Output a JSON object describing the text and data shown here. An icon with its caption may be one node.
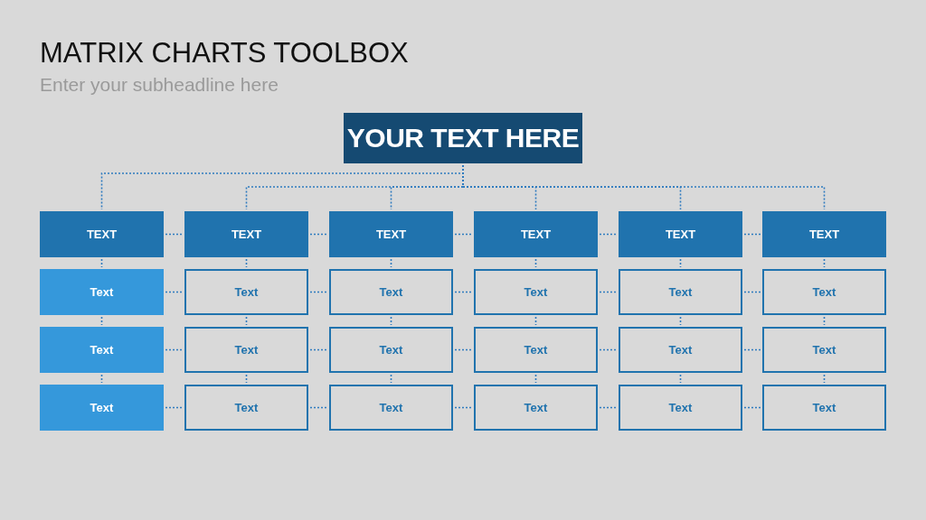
{
  "diagram": {
    "title": "MATRIX CHARTS TOOLBOX",
    "nodes": [
      {
        "text": [
          "YOUR TEXT HERE"
        ]
      },
      {
        "text": [
          "TEXT"
        ]
      },
      {
        "text": [
          "TEXT"
        ]
      },
      {
        "text": [
          "TEXT"
        ]
      },
      {
        "text": [
          "TEXT"
        ]
      },
      {
        "text": [
          "TEXT"
        ]
      },
      {
        "text": [
          "TEXT"
        ]
      },
      {
        "text": [
          "Text"
        ]
      },
      {
        "text": [
          "Text"
        ]
      },
      {
        "text": [
          "Text"
        ]
      },
      {
        "text": [
          "Text"
        ]
      },
      {
        "text": [
          "Text"
        ]
      },
      {
        "text": [
          "Text"
        ]
      },
      {
        "text": [
          "Text"
        ]
      },
      {
        "text": [
          "Text"
        ]
      },
      {
        "text": [
          "Text"
        ]
      },
      {
        "text": [
          "Text"
        ]
      },
      {
        "text": [
          "Text"
        ]
      },
      {
        "text": [
          "Text"
        ]
      },
      {
        "text": [
          "Text"
        ]
      },
      {
        "text": [
          "Text"
        ]
      },
      {
        "text": [
          "Text"
        ]
      },
      {
        "text": [
          "Text"
        ]
      },
      {
        "text": [
          "Text"
        ]
      },
      {
        "text": [
          "Text"
        ]
      }
    ],
    "edges": [
      {
        "from": 0,
        "to": 1,
        "arrow": "none",
        "style": "dashed"
      },
      {
        "from": 0,
        "to": 2,
        "arrow": "none",
        "style": "dashed"
      },
      {
        "from": 0,
        "to": 3,
        "arrow": "none",
        "style": "dashed"
      },
      {
        "from": 0,
        "to": 4,
        "arrow": "none",
        "style": "dashed"
      },
      {
        "from": 0,
        "to": 5,
        "arrow": "none",
        "style": "dashed"
      },
      {
        "from": 0,
        "to": 6,
        "arrow": "none",
        "style": "dashed"
      },
      {
        "from": 1,
        "to": 2,
        "arrow": "none",
        "style": "dashed"
      },
      {
        "from": 2,
        "to": 3,
        "arrow": "none",
        "style": "dashed"
      },
      {
        "from": 3,
        "to": 4,
        "arrow": "none",
        "style": "dashed"
      },
      {
        "from": 4,
        "to": 5,
        "arrow": "none",
        "style": "dashed"
      },
      {
        "from": 5,
        "to": 6,
        "arrow": "none",
        "style": "dashed"
      },
      {
        "from": 1,
        "to": 7,
        "arrow": "none",
        "style": "dashed"
      },
      {
        "from": 2,
        "to": 8,
        "arrow": "none",
        "style": "dashed"
      },
      {
        "from": 3,
        "to": 9,
        "arrow": "none",
        "style": "dashed"
      },
      {
        "from": 4,
        "to": 10,
        "arrow": "none",
        "style": "dashed"
      },
      {
        "from": 5,
        "to": 11,
        "arrow": "none",
        "style": "dashed"
      },
      {
        "from": 6,
        "to": 12,
        "arrow": "none",
        "style": "dashed"
      },
      {
        "from": 7,
        "to": 8,
        "arrow": "none",
        "style": "dashed"
      },
      {
        "from": 8,
        "to": 9,
        "arrow": "none",
        "style": "dashed"
      },
      {
        "from": 9,
        "to": 10,
        "arrow": "none",
        "style": "dashed"
      },
      {
        "from": 10,
        "to": 11,
        "arrow": "none",
        "style": "dashed"
      },
      {
        "from": 11,
        "to": 12,
        "arrow": "none",
        "style": "dashed"
      },
      {
        "from": 7,
        "to": 13,
        "arrow": "none",
        "style": "dashed"
      },
      {
        "from": 8,
        "to": 14,
        "arrow": "none",
        "style": "dashed"
      },
      {
        "from": 9,
        "to": 15,
        "arrow": "none",
        "style": "dashed"
      },
      {
        "from": 10,
        "to": 16,
        "arrow": "none",
        "style": "dashed"
      },
      {
        "from": 11,
        "to": 17,
        "arrow": "none",
        "style": "dashed"
      },
      {
        "from": 12,
        "to": 18,
        "arrow": "none",
        "style": "dashed"
      },
      {
        "from": 13,
        "to": 14,
        "arrow": "none",
        "style": "dashed"
      },
      {
        "from": 14,
        "to": 15,
        "arrow": "none",
        "style": "dashed"
      },
      {
        "from": 15,
        "to": 16,
        "arrow": "none",
        "style": "dashed"
      },
      {
        "from": 16,
        "to": 17,
        "arrow": "none",
        "style": "dashed"
      },
      {
        "from": 17,
        "to": 18,
        "arrow": "none",
        "style": "dashed"
      },
      {
        "from": 13,
        "to": 19,
        "arrow": "none",
        "style": "dashed"
      },
      {
        "from": 14,
        "to": 20,
        "arrow": "none",
        "style": "dashed"
      },
      {
        "from": 15,
        "to": 21,
        "arrow": "none",
        "style": "dashed"
      },
      {
        "from": 16,
        "to": 22,
        "arrow": "none",
        "style": "dashed"
      },
      {
        "from": 17,
        "to": 23,
        "arrow": "none",
        "style": "dashed"
      },
      {
        "from": 18,
        "to": 24,
        "arrow": "none",
        "style": "dashed"
      },
      {
        "from": 19,
        "to": 20,
        "arrow": "none",
        "style": "dashed"
      },
      {
        "from": 20,
        "to": 21,
        "arrow": "none",
        "style": "dashed"
      },
      {
        "from": 21,
        "to": 22,
        "arrow": "none",
        "style": "dashed"
      },
      {
        "from": 22,
        "to": 23,
        "arrow": "none",
        "style": "dashed"
      },
      {
        "from": 23,
        "to": 24,
        "arrow": "none",
        "style": "dashed"
      }
    ],
    "labels": [
      "Enter your subheadline here"
    ]
  }
}
